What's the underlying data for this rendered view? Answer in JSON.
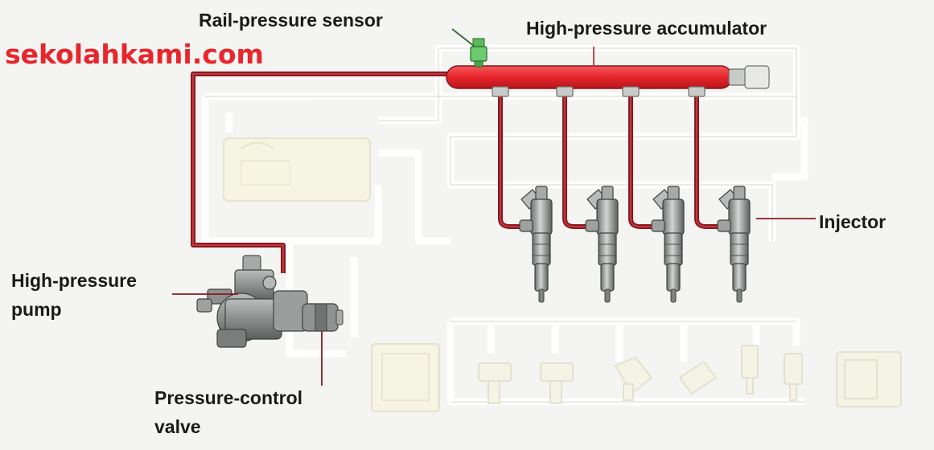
{
  "watermark": "sekolahkami.com",
  "labels": {
    "rail_pressure_sensor": "Rail-pressure sensor",
    "accumulator": "High-pressure accumulator",
    "injector": "Injector",
    "pump_line1": "High-pressure",
    "pump_line2": "pump",
    "valve_line1": "Pressure-control",
    "valve_line2": "valve"
  },
  "colors": {
    "rail": "#e8262c",
    "high_pressure_line": "#8a1820",
    "ghost_pipe": "#ffffff",
    "component_gray": "#8f9391",
    "watermark": "#e8262c"
  },
  "icons": [
    "rail-pressure-sensor-icon",
    "injector-icon",
    "pump-icon",
    "pressure-control-valve-icon",
    "fuel-tank-icon",
    "ecu-icon"
  ]
}
